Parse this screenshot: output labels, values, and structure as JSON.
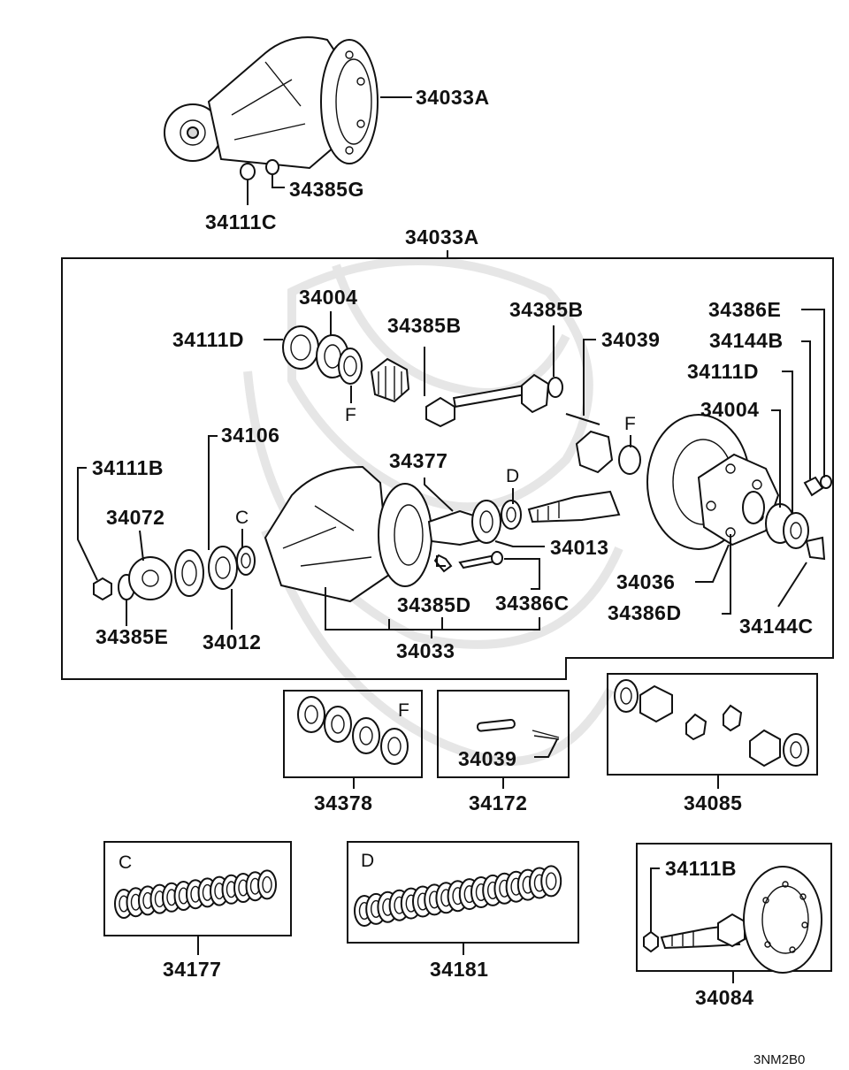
{
  "diagram_code": "3NM2B0",
  "callouts": {
    "top_carrier": "34033A",
    "top_nut": "34111C",
    "top_washer": "34385G",
    "main_assembly": "34033A",
    "bearing_left_upper": "34111D",
    "shim_upper": "34004",
    "pin_washer_left": "34385B",
    "pin_washer_right": "34385B",
    "pinion_shaft": "34039",
    "flange_nut": "34111B",
    "seal": "34106",
    "companion_flange": "34072",
    "flange_washer": "34385E",
    "outer_bearing": "34012",
    "spacer": "34377",
    "inner_bearing": "34013",
    "carrier_washer": "34385D",
    "carrier_bolt": "34386C",
    "carrier": "34033",
    "diff_side_nut": "34386E",
    "lock_plate_b": "34144B",
    "bearing_right": "34111D",
    "shim_right": "34004",
    "diff_case": "34036",
    "case_bolt": "34386D",
    "lock_plate_c": "34144C"
  },
  "letters": {
    "c": "C",
    "d": "D",
    "f_left": "F",
    "f_right": "F"
  },
  "kits": {
    "shim_set_f": {
      "letter": "F",
      "part": "34378"
    },
    "pin_kit": {
      "inner": "34039",
      "part": "34172"
    },
    "gear_kit": {
      "part": "34085"
    },
    "shim_set_c": {
      "letter": "C",
      "part": "34177"
    },
    "shim_set_d": {
      "letter": "D",
      "part": "34181"
    },
    "ring_pinion_set": {
      "inner": "34111B",
      "part": "34084"
    }
  }
}
